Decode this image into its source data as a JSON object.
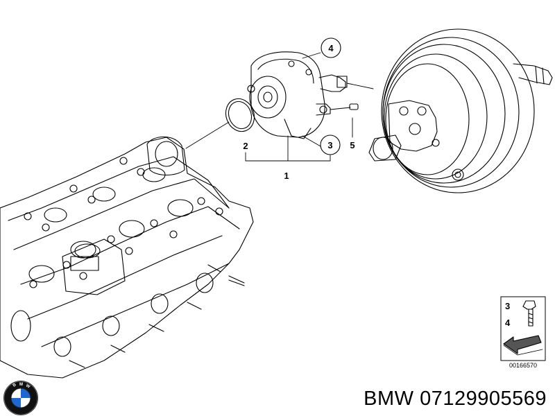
{
  "callouts": {
    "c1": "1",
    "c2": "2",
    "c3": "3",
    "c4": "4",
    "c5": "5"
  },
  "legend": {
    "item_3": "3",
    "item_4": "4",
    "diagram_code": "00166570"
  },
  "caption": {
    "brand": "BMW",
    "part_number": "07129905569",
    "full": "BMW 07129905569"
  },
  "logo": {
    "lettering": "BMW",
    "colors": [
      "#1c69d4",
      "#ffffff",
      "#000000"
    ]
  }
}
